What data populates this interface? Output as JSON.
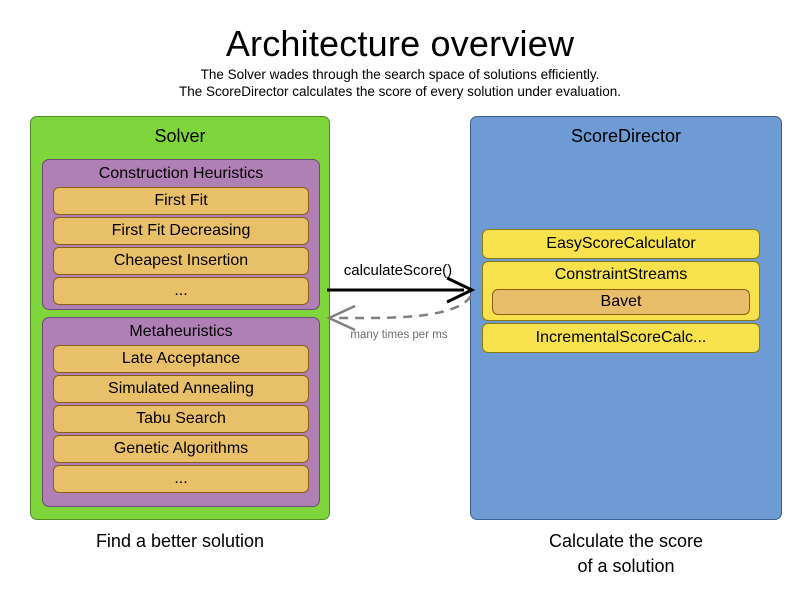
{
  "header": {
    "title": "Architecture overview",
    "subtitle_line1": "The Solver wades through the search space of solutions efficiently.",
    "subtitle_line2": "The ScoreDirector calculates the score of every solution under evaluation."
  },
  "colors": {
    "solver_panel": "#7FD63C",
    "score_director_panel": "#6E9BD3",
    "group_box": "#B07FB5",
    "item_box": "#E9C06A",
    "calculator_box": "#F7E24E",
    "nested_box": "#E9BE6B",
    "call_arrow": "#000000",
    "return_arrow": "#808080",
    "background": "#FFFFFF"
  },
  "solver": {
    "title": "Solver",
    "caption": "Find a better solution",
    "groups": [
      {
        "title": "Construction Heuristics",
        "items": [
          "First Fit",
          "First Fit Decreasing",
          "Cheapest Insertion",
          "..."
        ]
      },
      {
        "title": "Metaheuristics",
        "items": [
          "Late Acceptance",
          "Simulated Annealing",
          "Tabu Search",
          "Genetic Algorithms",
          "..."
        ]
      }
    ]
  },
  "score_director": {
    "title": "ScoreDirector",
    "caption_line1": "Calculate the score",
    "caption_line2": "of a solution",
    "calculators": [
      {
        "label": "EasyScoreCalculator"
      },
      {
        "label": "ConstraintStreams",
        "nested": [
          "Bavet"
        ]
      },
      {
        "label": "IncrementalScoreCalc..."
      }
    ]
  },
  "connector": {
    "call_label": "calculateScore()",
    "return_label": "many times per ms"
  }
}
